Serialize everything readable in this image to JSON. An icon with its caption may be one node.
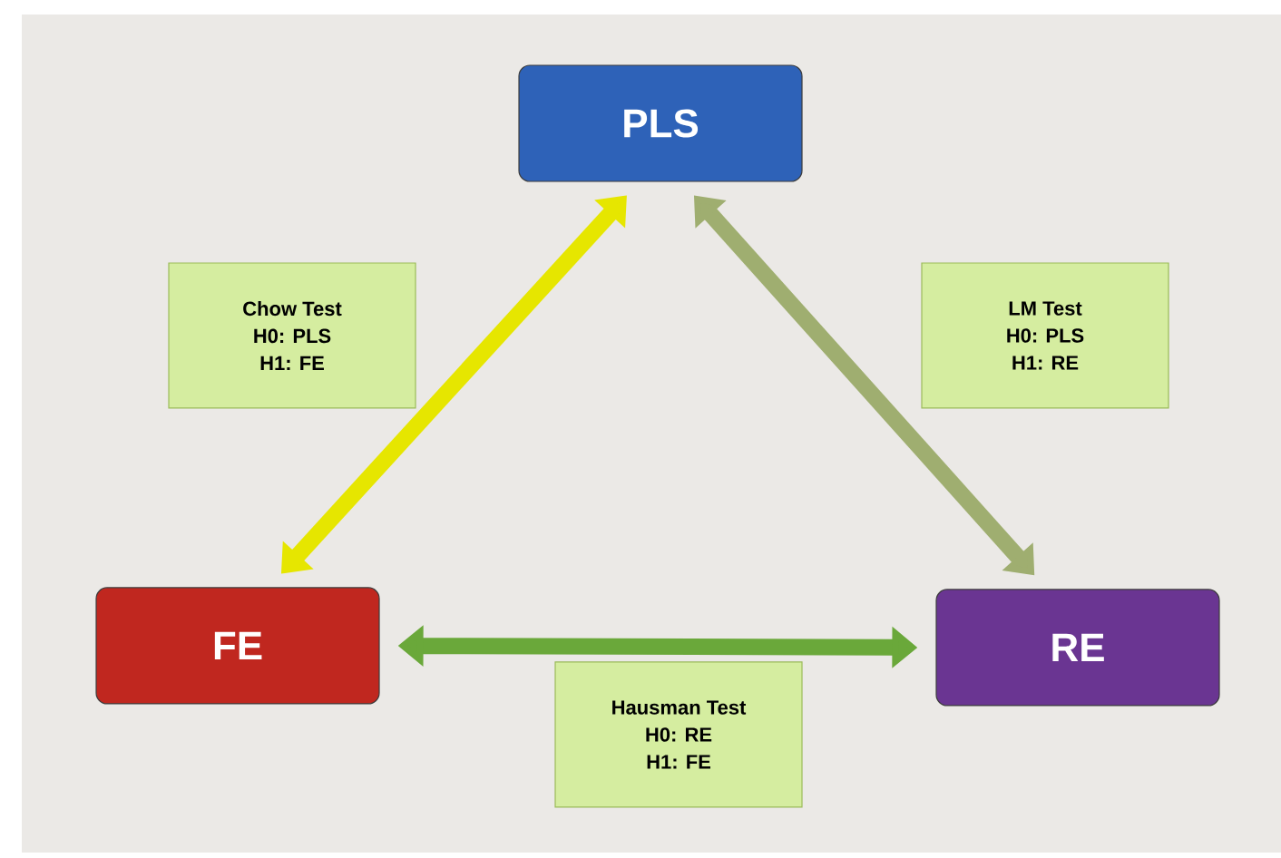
{
  "diagram": {
    "nodes": [
      {
        "text": [
          "PLS"
        ]
      },
      {
        "text": [
          "Chow Test",
          "H0: PLS",
          "H1: FE"
        ]
      },
      {
        "text": [
          "LM Test",
          "H0: PLS",
          "H1: RE"
        ]
      },
      {
        "text": [
          "FE"
        ]
      },
      {
        "text": [
          "RE"
        ]
      },
      {
        "text": [
          "Hausman Test",
          "H0: RE",
          "H1: FE"
        ]
      }
    ],
    "edges": [
      {
        "from": 0,
        "to": 3,
        "arrow": "both",
        "color": "#e6e600"
      },
      {
        "from": 0,
        "to": 4,
        "arrow": "both",
        "color": "#9fae70"
      },
      {
        "from": 3,
        "to": 4,
        "arrow": "both",
        "color": "#6aa83a"
      }
    ]
  }
}
